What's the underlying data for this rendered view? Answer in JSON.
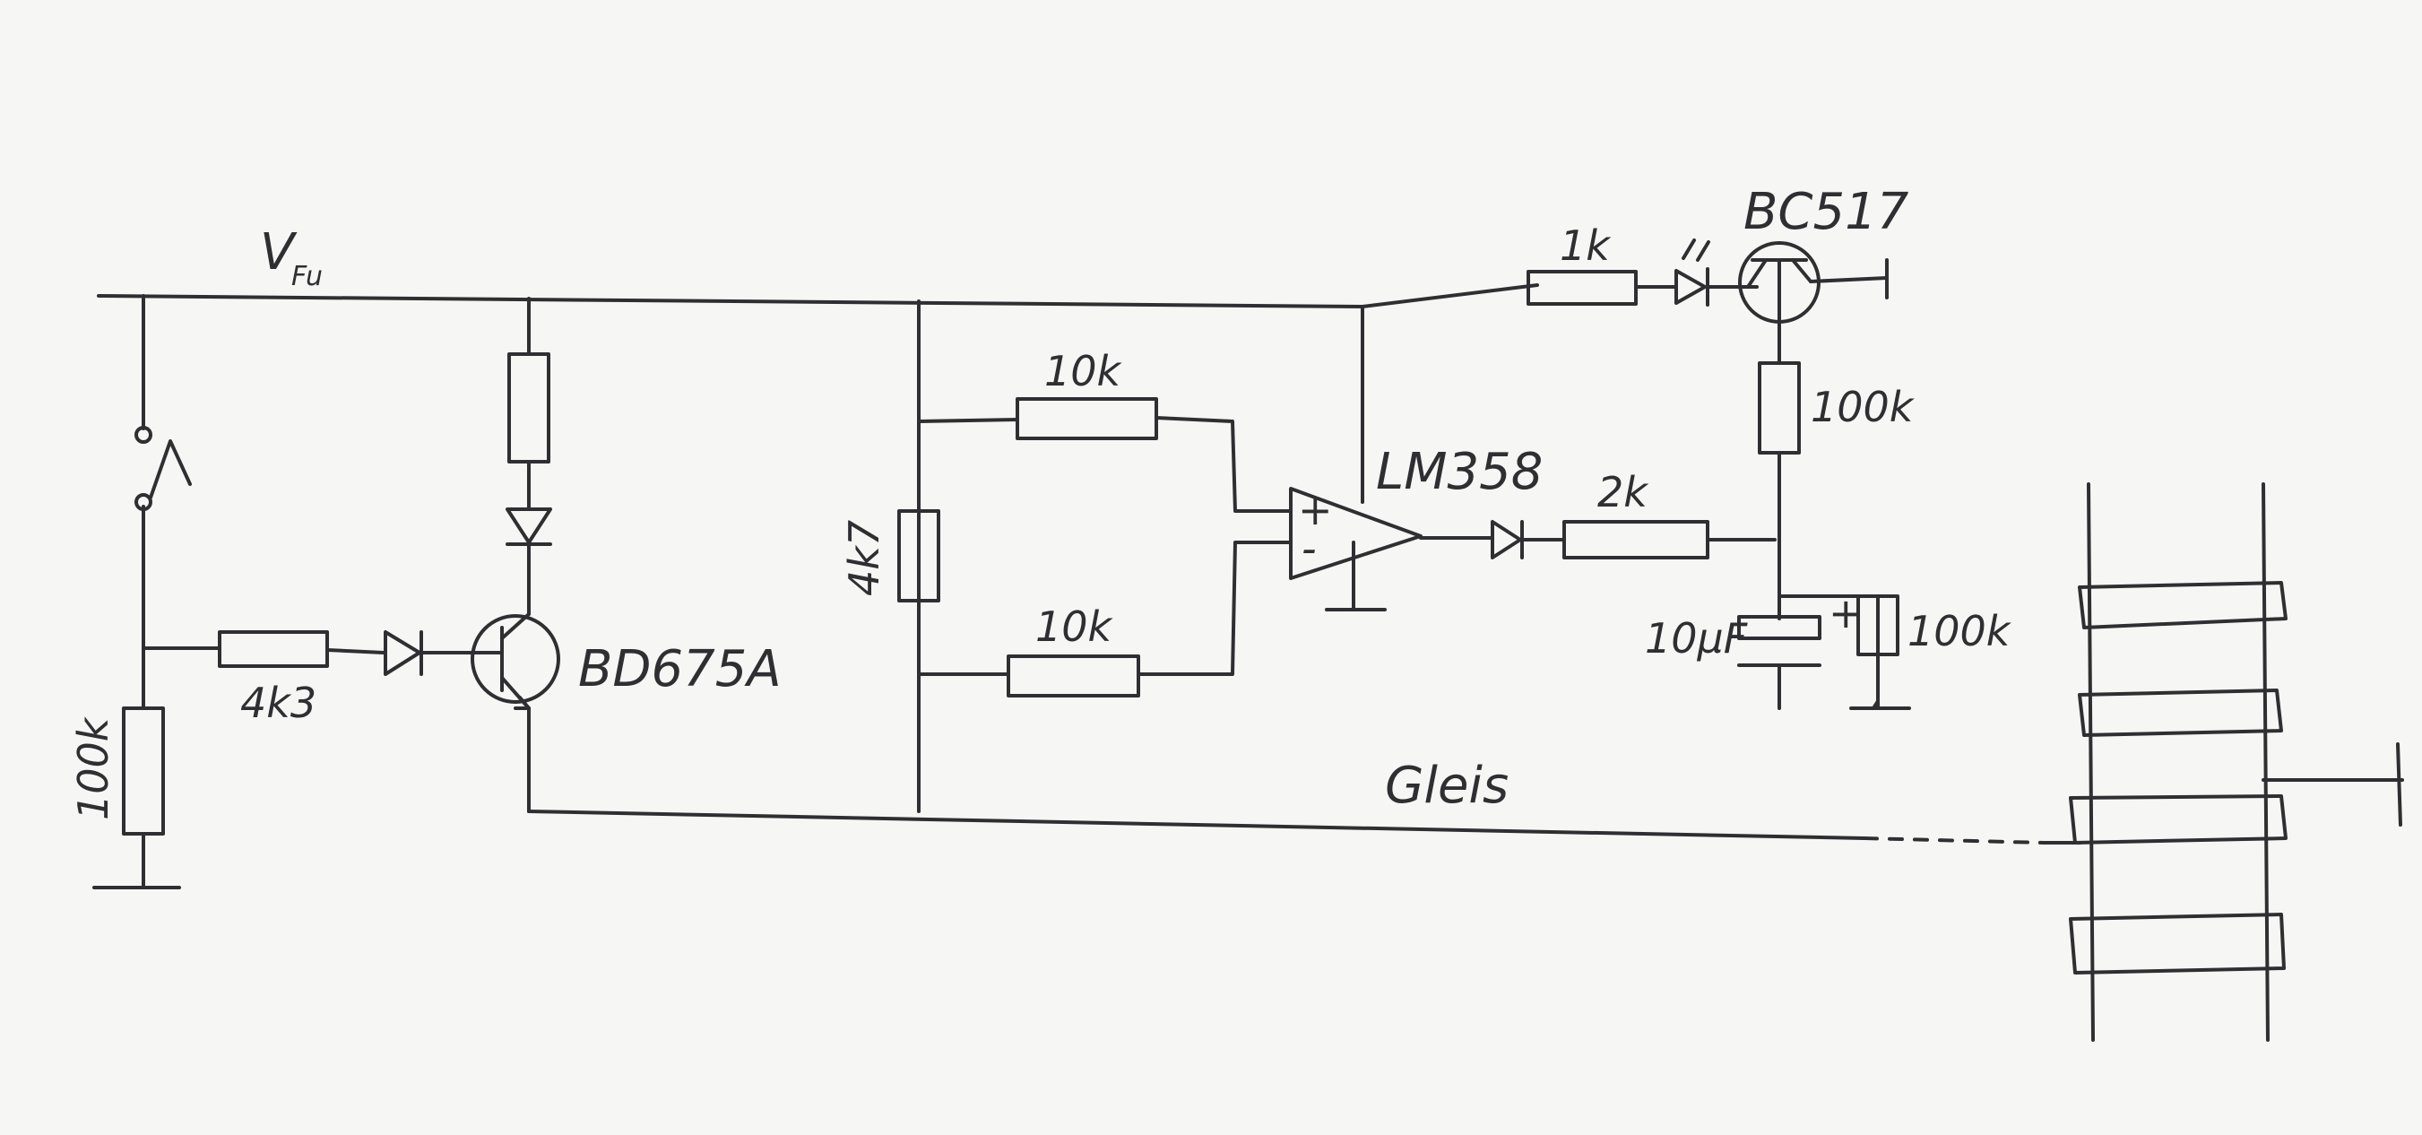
{
  "supply_label": "V",
  "supply_subscript": "Fu",
  "ground_label": "Gleis",
  "components": {
    "r_base_series": "4k3",
    "r_pulldown": "100k",
    "transistor_power": "BD675A",
    "r_divider_mid": "4k7",
    "r_feedback_top": "10k",
    "r_input_bottom": "10k",
    "opamp": "LM358",
    "r_led_series": "1k",
    "transistor_darlington": "BC517",
    "r_darlington_collector": "100k",
    "r_timing": "2k",
    "c_timing": "10µF",
    "c_polarity": "+",
    "r_discharge": "100k"
  },
  "opamp_pins": {
    "noninverting": "+",
    "inverting": "-"
  }
}
